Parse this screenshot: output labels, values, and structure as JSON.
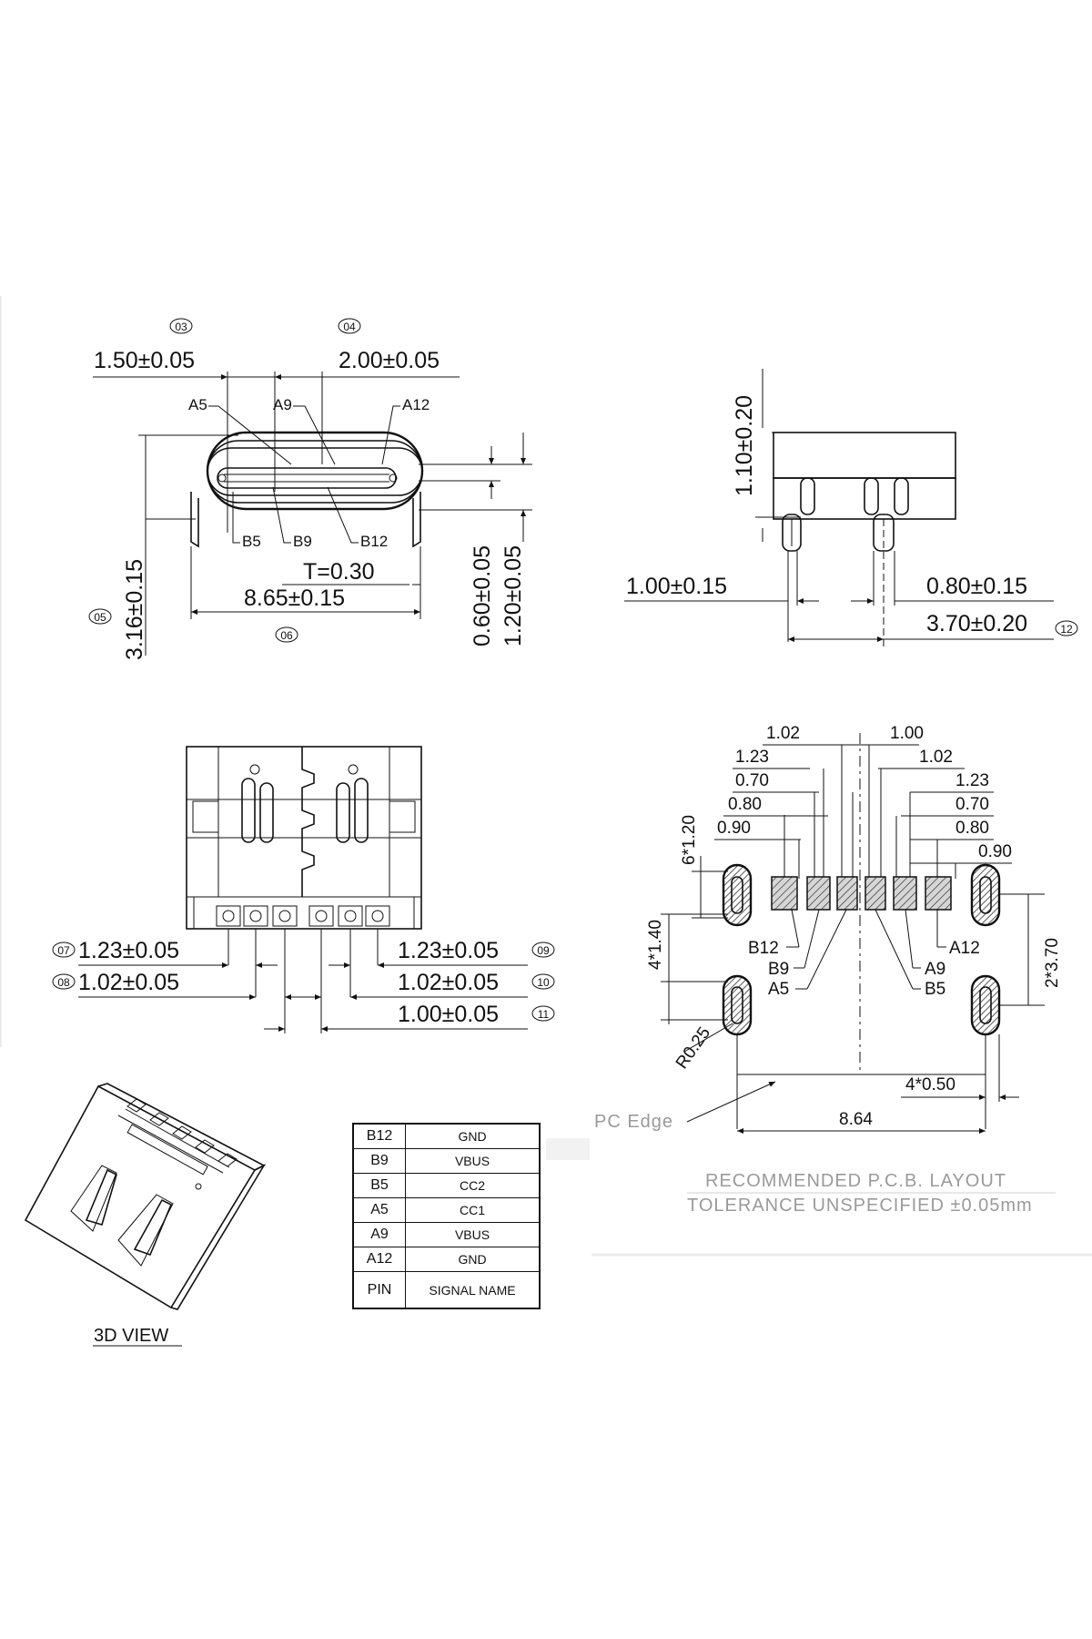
{
  "front_view": {
    "callouts": [
      "03",
      "04",
      "05",
      "06"
    ],
    "dim_pitch_left": "1.50±0.05",
    "dim_pitch_right": "2.00±0.05",
    "dim_height": "3.16±0.15",
    "dim_thickness": "T=0.30",
    "dim_width": "8.65±0.15",
    "dim_pin_offset_small": "0.60±0.05",
    "dim_pin_offset_large": "1.20±0.05",
    "pin_labels": [
      "A5",
      "A9",
      "A12",
      "B5",
      "B9",
      "B12"
    ]
  },
  "side_view": {
    "callout": "12",
    "dim_height": "1.10±0.20",
    "dim_left": "1.00±0.15",
    "dim_right": "0.80±0.15",
    "dim_span": "3.70±0.20"
  },
  "top_view": {
    "callouts": [
      "07",
      "08",
      "09",
      "10",
      "11"
    ],
    "dim_left_1": "1.23±0.05",
    "dim_left_2": "1.02±0.05",
    "dim_right_1": "1.23±0.05",
    "dim_right_2": "1.02±0.05",
    "dim_right_3": "1.00±0.05"
  },
  "pcb_layout": {
    "top_dims": [
      "1.02",
      "1.00",
      "1.23",
      "0.70",
      "0.80",
      "0.90",
      "1.02",
      "1.23",
      "0.70",
      "0.80",
      "0.90"
    ],
    "dim_slot_len": "6*1.20",
    "dim_slot_spacing": "4*1.40",
    "dim_slot_pitch": "2*3.70",
    "dim_radius": "R0.25",
    "dim_slot_width": "4*0.50",
    "dim_width": "8.64",
    "pc_edge_label": "PC Edge",
    "pad_labels_left": [
      "B12",
      "B9",
      "A5"
    ],
    "pad_labels_right": [
      "A12",
      "A9",
      "B5"
    ],
    "note_title": "RECOMMENDED  P.C.B. LAYOUT",
    "note_tolerance": "TOLERANCE  UNSPECIFIED  ±0.05mm"
  },
  "view_3d_label": "3D VIEW",
  "pin_table": {
    "rows": [
      {
        "pin": "B12",
        "signal": "GND"
      },
      {
        "pin": "B9",
        "signal": "VBUS"
      },
      {
        "pin": "B5",
        "signal": "CC2"
      },
      {
        "pin": "A5",
        "signal": "CC1"
      },
      {
        "pin": "A9",
        "signal": "VBUS"
      },
      {
        "pin": "A12",
        "signal": "GND"
      }
    ],
    "header": {
      "pin": "PIN",
      "signal": "SIGNAL  NAME"
    }
  }
}
